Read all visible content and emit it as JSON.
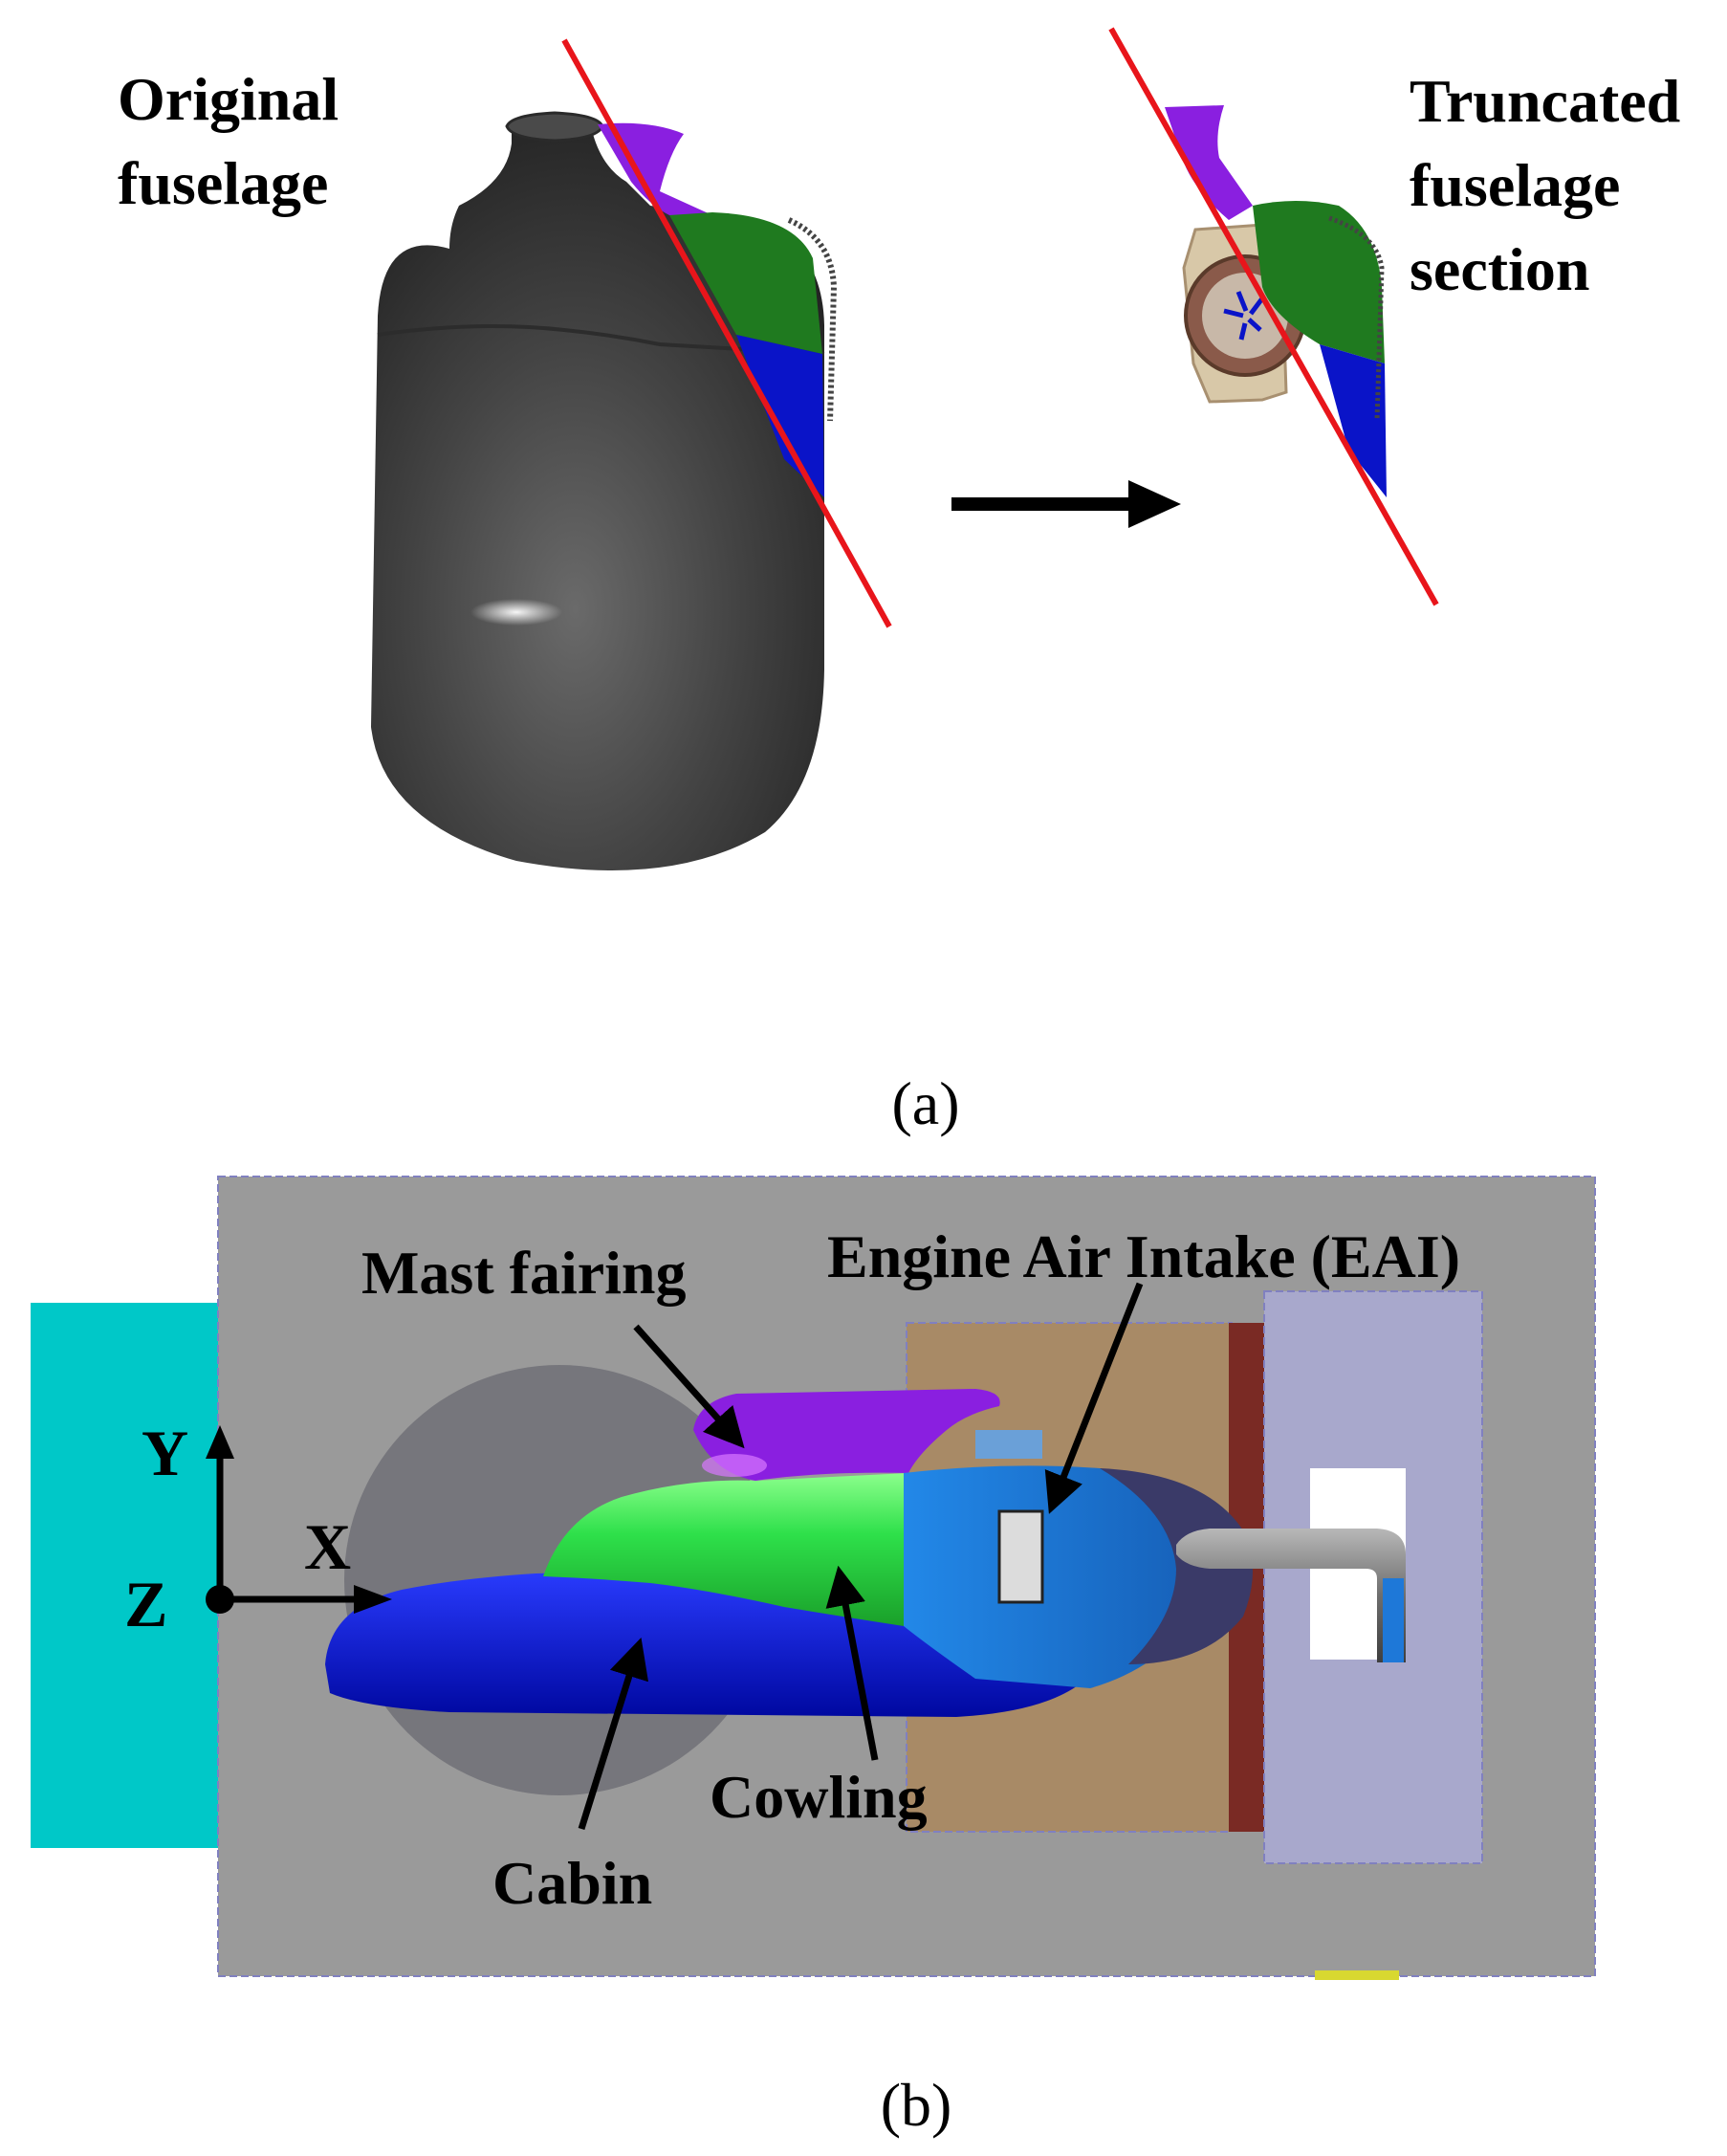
{
  "panel_a": {
    "label_original_line1": "Original",
    "label_original_line2": "fuselage",
    "label_truncated_line1": "Truncated",
    "label_truncated_line2": "fuselage",
    "label_truncated_line3": "section",
    "caption": "(a)"
  },
  "panel_b": {
    "label_mast_fairing": "Mast fairing",
    "label_eai": "Engine Air Intake (EAI)",
    "label_cowling": "Cowling",
    "label_cabin": "Cabin",
    "axis_y": "Y",
    "axis_x": "X",
    "axis_z": "Z",
    "caption": "(b)"
  },
  "colors": {
    "cut_line": "#e8151b",
    "fuselage_dark": "#3a3a3a",
    "mast_purple": "#8a1fe0",
    "cowling_green": "#1f7a1f",
    "cowling_green_b": "#2ee04a",
    "cabin_blue": "#0a14c8",
    "eai_blue": "#1e78d8",
    "tunnel_gray": "#9a9a9a",
    "inlet_cyan": "#00c8c8",
    "floor_tan": "#a88a66",
    "wall_lavender": "#a8a8cc",
    "brown_bar": "#7a2a24"
  }
}
